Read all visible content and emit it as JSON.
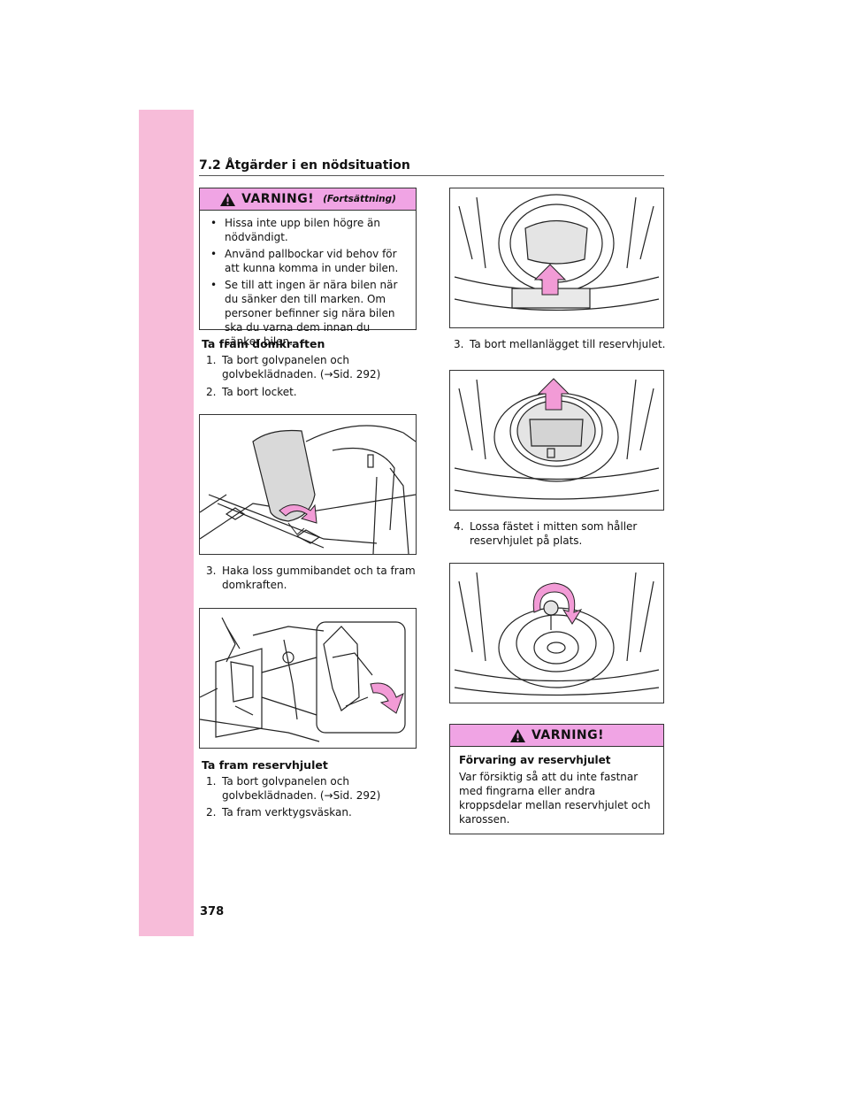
{
  "header": {
    "section_title": "7.2  Åtgärder i en nödsituation",
    "page_number": "378"
  },
  "warning_top": {
    "word": "VARNING!",
    "continuation": "(Fortsättning)",
    "bullet": "•",
    "items": [
      "Hissa inte upp bilen högre än nödvändigt.",
      "Använd pallbockar vid behov för att kunna komma in under bilen.",
      "Se till att ingen är nära bilen när du sänker den till marken. Om personer befinner sig nära bilen ska du varna dem innan du sänker bilen."
    ]
  },
  "left_column": {
    "jack_heading": "Ta fram domkraften",
    "jack_steps": [
      {
        "num": "1.",
        "text": "Ta bort golvpanelen och golvbeklädnaden. (→Sid. 292)"
      },
      {
        "num": "2.",
        "text": "Ta bort locket."
      },
      {
        "num": "3.",
        "text": "Haka loss gummibandet och ta fram domkraften."
      }
    ],
    "spare_heading": "Ta fram reservhjulet",
    "spare_steps": [
      {
        "num": "1.",
        "text": "Ta bort golvpanelen och golvbeklädnaden. (→Sid. 292)"
      },
      {
        "num": "2.",
        "text": "Ta fram verktygsväskan."
      }
    ]
  },
  "right_column": {
    "spare_steps": [
      {
        "num": "3.",
        "text": "Ta bort mellanlägget till reservhjulet."
      },
      {
        "num": "4.",
        "text": "Lossa fästet i mitten som håller reservhjulet på plats."
      }
    ]
  },
  "warning_bottom": {
    "word": "VARNING!",
    "subtitle": "Förvaring av reservhjulet",
    "text": "Var försiktig så att du inte fastnar med fingrarna eller andra kroppsdelar mellan reservhjulet och karossen."
  },
  "colors": {
    "side_tab": "#f7bcd9",
    "warning_header": "#f0a4e4",
    "arrow_pink": "#f29bd6"
  },
  "icons": [
    "warning-triangle-icon",
    "up-arrow-icon",
    "curved-arrow-icon",
    "rotate-arrow-icon"
  ]
}
